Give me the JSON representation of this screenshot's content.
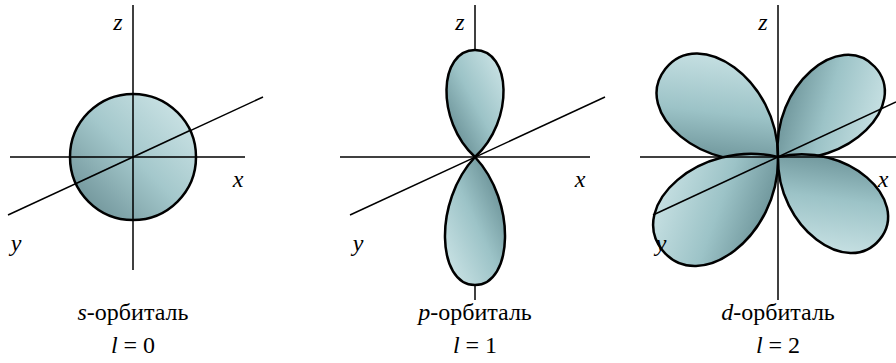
{
  "diagram": {
    "labels": [
      "z",
      "x",
      "y",
      "s-орбиталь",
      "l = 0",
      "z",
      "x",
      "y",
      "p-орбиталь",
      "l = 1",
      "z",
      "x",
      "y",
      "d-орбиталь",
      "l = 2"
    ]
  }
}
